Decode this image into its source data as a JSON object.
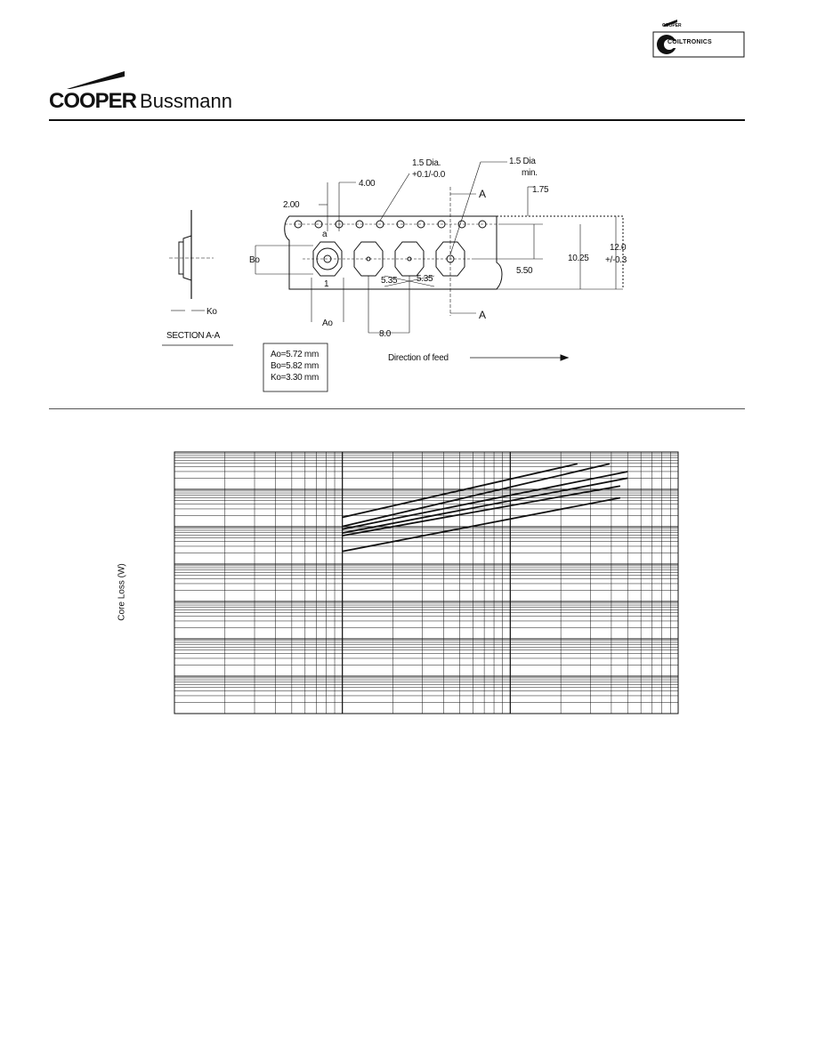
{
  "header": {
    "brand_cooper": "COOPER",
    "brand_bussmann": "Bussmann",
    "sub_logo_cooper": "COOPER",
    "sub_logo_name": "COILTRONICS"
  },
  "drawing": {
    "dim_pitch_hole": "4.00",
    "dim_hole_offset": "2.00",
    "dim_hole_dia": "1.5 Dia.",
    "dim_hole_tol": "+0.1/-0.0",
    "dim_pocket_hole": "1.5 Dia",
    "dim_pocket_hole_min": "min.",
    "dim_edge": "1.75",
    "dim_half_pitch_a": "5.35",
    "dim_half_pitch_b": "5.35",
    "dim_center": "5.50",
    "dim_height": "10.25",
    "dim_width": "12.0",
    "dim_width_tol": "+/-0.3",
    "dim_pocket_pitch": "8.0",
    "label_bo": "Bo",
    "label_ao": "Ao",
    "label_ko": "Ko",
    "label_section": "A",
    "label_section_bottom": "A",
    "label_a_small": "a",
    "label_one_small": "1",
    "section_title": "SECTION A-A",
    "direction": "Direction of feed",
    "spec_ao": "Ao=5.72 mm",
    "spec_bo": "Bo=5.82 mm",
    "spec_ko": "Ko=3.30 mm"
  },
  "chart_data": {
    "type": "line",
    "ylabel": "Core Loss (W)",
    "xscale": "log",
    "yscale": "log",
    "grid": true,
    "series": [
      {
        "values": [
          [
            0.333,
            0.75
          ],
          [
            0.8,
            0.955
          ]
        ]
      },
      {
        "values": [
          [
            0.333,
            0.715
          ],
          [
            0.864,
            0.955
          ]
        ]
      },
      {
        "values": [
          [
            0.333,
            0.705
          ],
          [
            0.9,
            0.925
          ]
        ]
      },
      {
        "values": [
          [
            0.333,
            0.69
          ],
          [
            0.9,
            0.9
          ]
        ]
      },
      {
        "values": [
          [
            0.333,
            0.68
          ],
          [
            0.885,
            0.87
          ]
        ]
      },
      {
        "values": [
          [
            0.333,
            0.62
          ],
          [
            0.885,
            0.825
          ]
        ]
      }
    ],
    "grid_decades_x": 3,
    "grid_decades_y": 7
  }
}
